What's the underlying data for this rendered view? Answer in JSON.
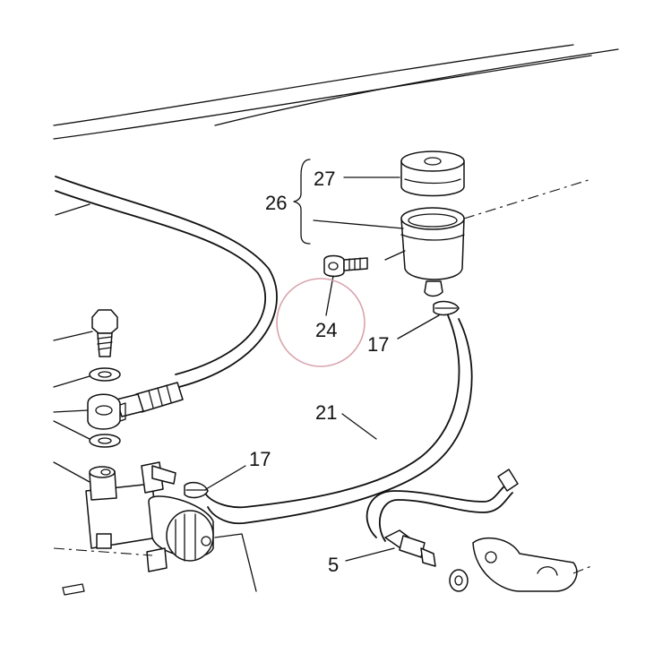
{
  "diagram": {
    "callouts": [
      {
        "id": "c27",
        "label": "27"
      },
      {
        "id": "c26",
        "label": "26"
      },
      {
        "id": "c24",
        "label": "24"
      },
      {
        "id": "c17a",
        "label": "17"
      },
      {
        "id": "c21",
        "label": "21"
      },
      {
        "id": "c17b",
        "label": "17"
      },
      {
        "id": "c5",
        "label": "5"
      }
    ],
    "highlight": {
      "target": "24",
      "color": "#d9a3ad"
    },
    "line_color": "#111111"
  }
}
